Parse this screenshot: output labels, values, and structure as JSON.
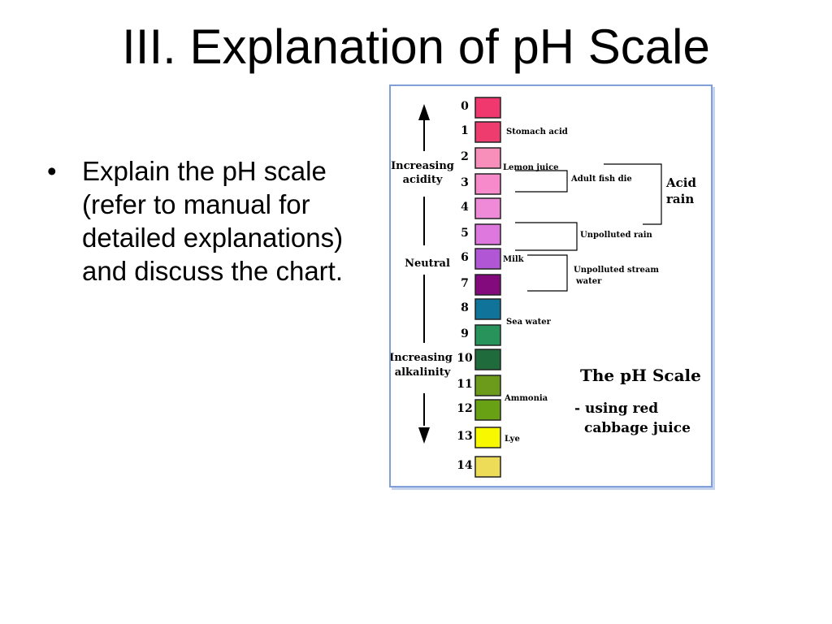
{
  "slide": {
    "title": "III. Explanation of pH Scale",
    "bullet_marker": "•",
    "bullet_text": "Explain the pH scale (refer to manual for detailed explanations) and discuss the chart."
  },
  "diagram": {
    "heading": "The pH Scale",
    "subheading_line1": "- using red",
    "subheading_line2": "cabbage juice",
    "arrow_labels": {
      "acidity_line1": "Increasing",
      "acidity_line2": "acidity",
      "neutral": "Neutral",
      "alkalinity_line1": "Increasing",
      "alkalinity_line2": "alkalinity"
    },
    "swatches": [
      {
        "ph": "0",
        "color": "#f0386f"
      },
      {
        "ph": "1",
        "color": "#ee3c6f"
      },
      {
        "ph": "2",
        "color": "#f78fba"
      },
      {
        "ph": "3",
        "color": "#f78acb"
      },
      {
        "ph": "4",
        "color": "#ee8ad7"
      },
      {
        "ph": "5",
        "color": "#df78de"
      },
      {
        "ph": "6",
        "color": "#b157d6"
      },
      {
        "ph": "7",
        "color": "#820a7d"
      },
      {
        "ph": "8",
        "color": "#0f739a"
      },
      {
        "ph": "9",
        "color": "#28935a"
      },
      {
        "ph": "10",
        "color": "#206b3c"
      },
      {
        "ph": "11",
        "color": "#6c9a1a"
      },
      {
        "ph": "12",
        "color": "#69a114"
      },
      {
        "ph": "13",
        "color": "#f8f800"
      },
      {
        "ph": "14",
        "color": "#ecdc58"
      }
    ],
    "examples": {
      "stomach_acid": "Stomach acid",
      "lemon_juice": "Lemon juice",
      "milk": "Milk",
      "sea_water": "Sea water",
      "ammonia": "Ammonia",
      "lye": "Lye"
    },
    "brackets": {
      "adult_fish_die": "Adult fish die",
      "unpolluted_rain": "Unpolluted rain",
      "stream_line1": "Unpolluted stream",
      "stream_line2": "water",
      "acid_line1": "Acid",
      "acid_line2": "rain"
    }
  }
}
